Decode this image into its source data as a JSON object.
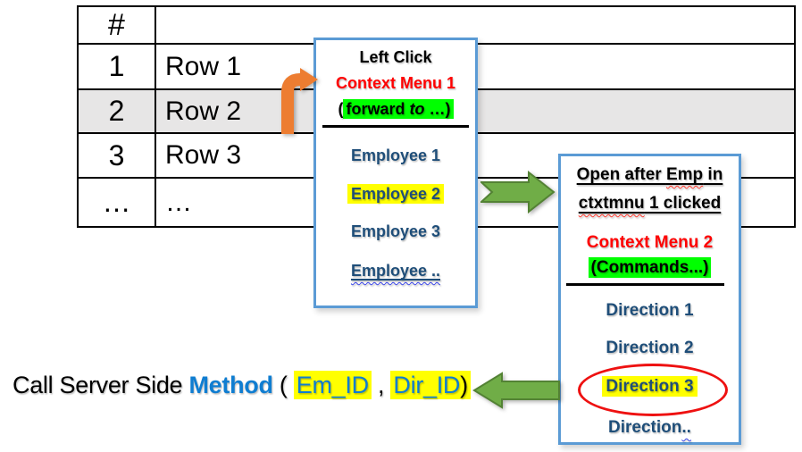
{
  "colors": {
    "box_border_blue": "#5B9BD5",
    "navy_text": "#1F4E79",
    "red_text": "#FF0000",
    "green_highlight": "#00FF00",
    "yellow_highlight": "#FFFF00",
    "orange_arrow": "#ED7D31",
    "green_arrow": "#70AD47",
    "row_highlight_gray": "#E7E6E6",
    "blue_text": "#0F7DD1"
  },
  "table": {
    "header_col1": "#",
    "header_col2": "",
    "rows": [
      {
        "num": "1",
        "label": "Row 1"
      },
      {
        "num": "2",
        "label": "Row 2"
      },
      {
        "num": "3",
        "label": "Row 3"
      },
      {
        "num": "…",
        "label": "…"
      }
    ]
  },
  "menu1": {
    "heading1": "Left Click",
    "heading2": "Context Menu 1",
    "sub_pre": "(",
    "sub_hl1": "forward ",
    "sub_hl_italic": "to",
    "sub_hl2": " …)",
    "items": [
      "Employee 1",
      "Employee 2",
      "Employee 3",
      "Employee .."
    ]
  },
  "menu2": {
    "note1_a": "Open after ",
    "note1_b": "Emp",
    "note1_c": " in",
    "note2_a": "ctxtmnu",
    "note2_b": " 1 clicked",
    "heading": "Context Menu 2",
    "sub_hl": "(Commands...)",
    "items": [
      "Direction 1",
      "Direction 2",
      "Direction 3"
    ],
    "last_item_main": "Direction",
    "last_item_dots": ".."
  },
  "bottom": {
    "prefix": "Call Server Side ",
    "method": "Method",
    "open_paren": " ( ",
    "param1": "Em_ID",
    "comma": " , ",
    "param2": "Dir_ID",
    "close_paren": ")"
  }
}
